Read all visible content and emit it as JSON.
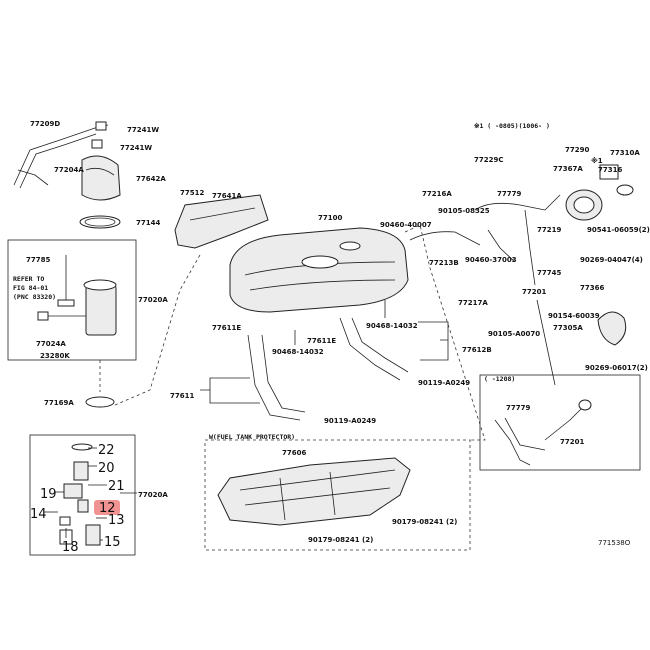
{
  "notes": {
    "footnote": "※1 ( -0805)(1006- )",
    "range_1208": "( -1208)",
    "fuel_tank_protector": "W(FUEL TANK PROTECTOR)",
    "refer_to_line1": "REFER TO",
    "refer_to_line2": "FIG 84-01",
    "refer_to_line3": "(PNC 83320)",
    "footer_code": "771538O",
    "mark_1": "※1"
  },
  "labels": {
    "p77209D": "77209D",
    "p77241W_a": "77241W",
    "p77241W_b": "77241W",
    "p77204A": "77204A",
    "p77642A": "77642A",
    "p77144": "77144",
    "p77785": "77785",
    "p77020A_a": "77020A",
    "p77024A": "77024A",
    "p23280K": "23280K",
    "p77169A": "77169A",
    "p77512": "77512",
    "p77641A": "77641A",
    "p77100": "77100",
    "p90460_40007": "90460-40007",
    "p77216A": "77216A",
    "p77229C": "77229C",
    "p77779_a": "77779",
    "p90105_08325": "90105-08325",
    "p77213B": "77213B",
    "p90460_37003": "90460-37003",
    "p77290": "77290",
    "p77310A": "77310A",
    "p77367A": "77367A",
    "p77316": "77316",
    "p90541_06059": "90541-06059(2)",
    "p90269_04047": "90269-04047(4)",
    "p77219": "77219",
    "p77745": "77745",
    "p77201_a": "77201",
    "p77366": "77366",
    "p90154_60039": "90154-60039",
    "p77305A": "77305A",
    "p90269_06017": "90269-06017(2)",
    "p77217A": "77217A",
    "p90105_A0070": "90105-A0070",
    "p77611E_a": "77611E",
    "p77611E_b": "77611E",
    "p90468_14032_a": "90468-14032",
    "p90468_14032_b": "90468-14032",
    "p77612B": "77612B",
    "p90119_A0249_a": "90119-A0249",
    "p90119_A0249_b": "90119-A0249",
    "p77611": "77611",
    "p77779_b": "77779",
    "p77201_b": "77201",
    "p77606": "77606",
    "p90179_08241_a": "90179-08241 (2)",
    "p90179_08241_b": "90179-08241 (2)",
    "p77020A_b": "77020A"
  },
  "callouts": {
    "c22": "22",
    "c20": "20",
    "c19": "19",
    "c21": "21",
    "c12": "12",
    "c14": "14",
    "c13": "13",
    "c18": "18",
    "c15": "15"
  },
  "colors": {
    "highlight": "#f08080",
    "line": "#222222"
  }
}
